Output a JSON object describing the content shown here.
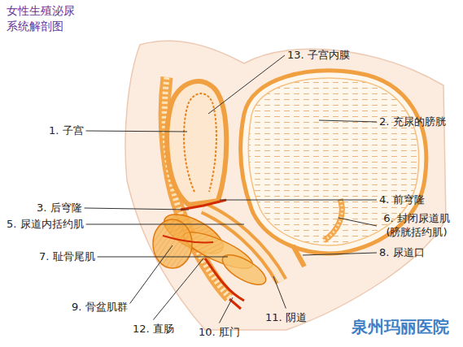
{
  "diagram": {
    "title": "女性生殖泌尿 系统解剖图",
    "labels": [
      "13. 子宫内膜",
      "1. 子宫",
      "2. 充尿的膀胱",
      "3. 后穹隆",
      "4. 前穹隆",
      "5. 尿道内括约肌",
      "6. 封闭尿道肌 (膀胱括约肌)",
      "7. 耻骨尾肌",
      "8. 尿道口",
      "9. 骨盆肌群",
      "11. 阴道",
      "12. 直肠",
      "10. 肛门",
      "泉州玛丽医院"
    ]
  }
}
